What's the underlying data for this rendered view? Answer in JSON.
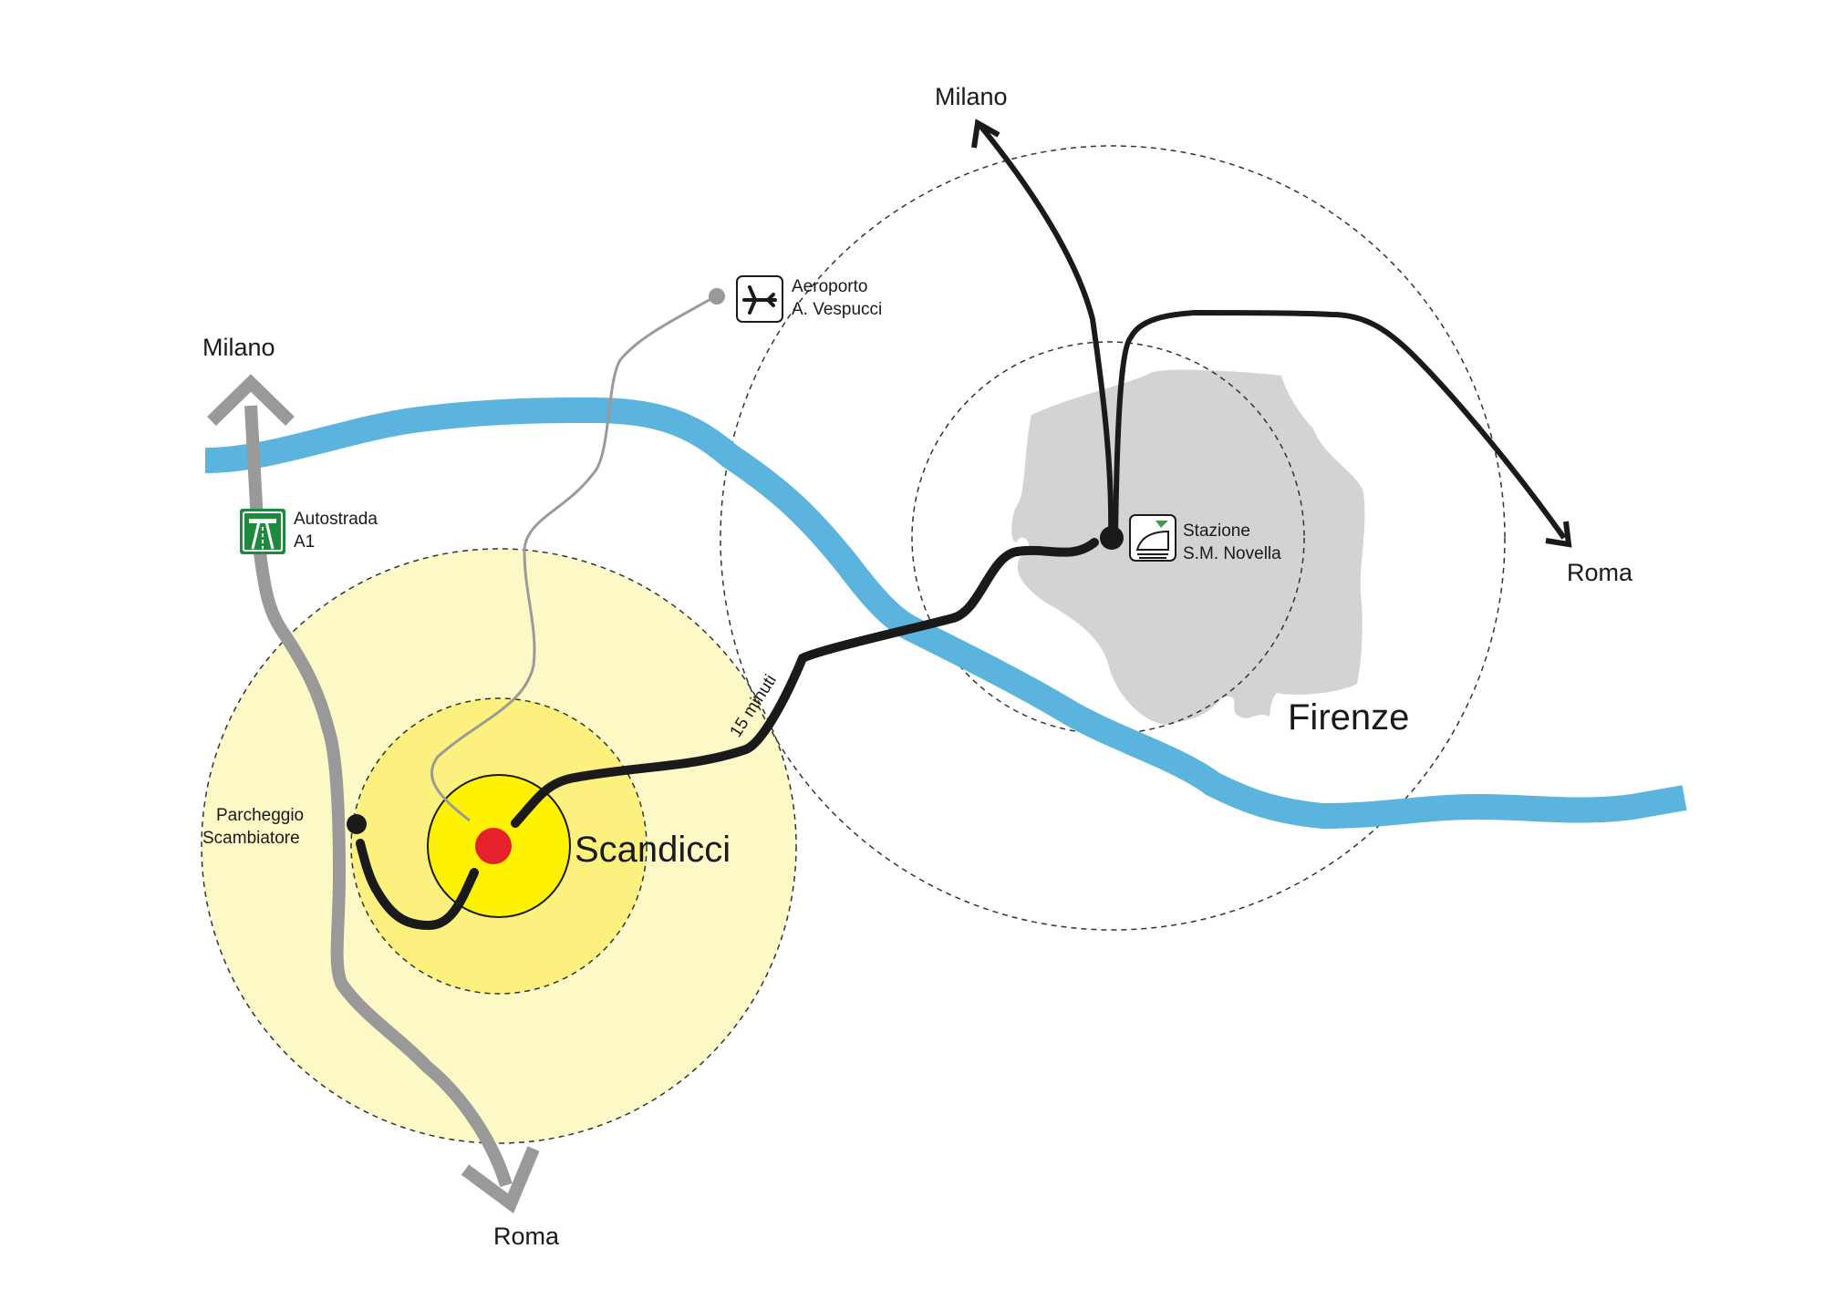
{
  "colors": {
    "river": "#5ab4de",
    "motorway": "#999999",
    "tram_line": "#1a1a1a",
    "rail": "#1a1a1a",
    "airport_link": "#9a9a9a",
    "zone_outer": "#fdf9c6",
    "zone_middle": "#fcf17e",
    "zone_inner": "#fff200",
    "scandicci_center": "#e5222b",
    "firenze_area": "#d2d3d5",
    "motorway_sign": "#1e8a3e"
  },
  "labels": {
    "milano_motorway": "Milano",
    "roma_motorway": "Roma",
    "milano_rail": "Milano",
    "roma_rail": "Roma",
    "autostrada_line1": "Autostrada",
    "autostrada_line2": "A1",
    "aeroporto_line1": "Aeroporto",
    "aeroporto_line2": "A. Vespucci",
    "parcheggio_line1": "Parcheggio",
    "parcheggio_line2": "Scambiatore",
    "scandicci": "Scandicci",
    "firenze": "Firenze",
    "stazione_line1": "Stazione",
    "stazione_line2": "S.M. Novella",
    "tram_time": "15 minuti"
  },
  "icons": {
    "motorway": "motorway-sign-icon",
    "airport": "airplane-icon",
    "train": "train-icon",
    "arrows": "arrow-icon"
  }
}
